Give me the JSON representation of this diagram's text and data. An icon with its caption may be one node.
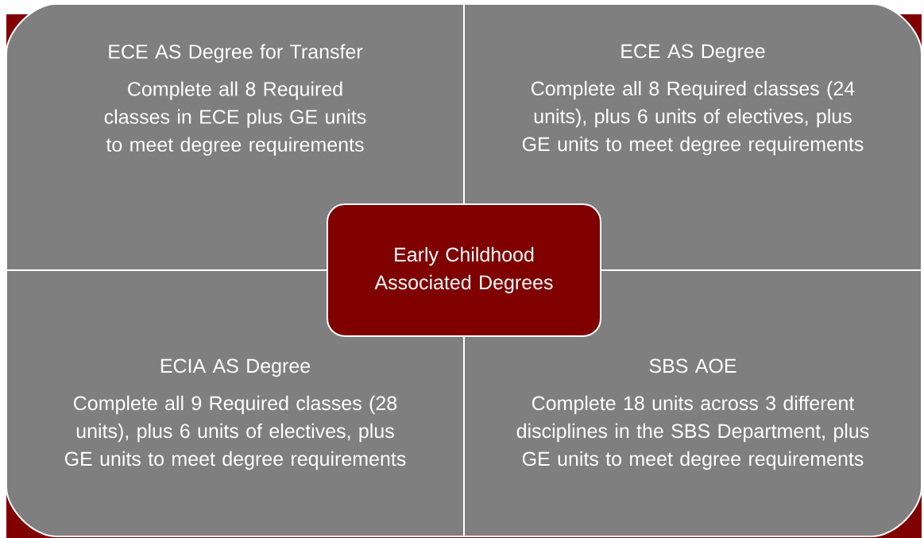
{
  "diagram": {
    "nodes": [
      {
        "text": [
          "ECE AS Degree for Transfer",
          "Complete all 8 Required classes in ECE plus GE units to meet degree requirements"
        ]
      },
      {
        "text": [
          "ECE AS Degree",
          "Complete all 8 Required classes (24 units), plus 6 units of electives, plus GE units to meet degree requirements"
        ]
      },
      {
        "text": [
          "Early Childhood Associated Degrees"
        ]
      },
      {
        "text": [
          "ECIA AS Degree",
          "Complete all 9 Required classes (28 units), plus 6 units of electives, plus GE units to meet degree requirements"
        ]
      },
      {
        "text": [
          "SBS AOE",
          "Complete 18 units across 3 different disciplines in the SBS Department, plus GE units to meet degree requirements"
        ]
      }
    ]
  }
}
